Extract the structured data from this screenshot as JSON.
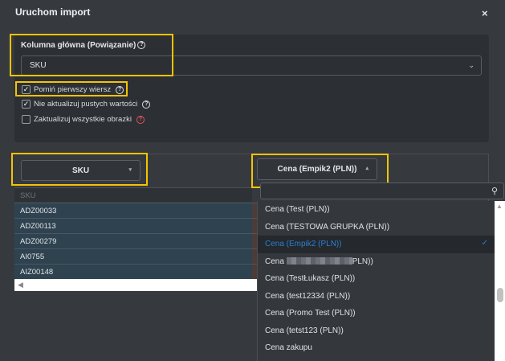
{
  "modal": {
    "title": "Uruchom import",
    "close": "×"
  },
  "main_column": {
    "label": "Kolumna główna (Powiązanie)",
    "value": "SKU",
    "help": "?"
  },
  "options": [
    {
      "label": "Pomiń pierwszy wiersz",
      "checked": true,
      "check": "✓"
    },
    {
      "label": "Nie aktualizuj pustych wartości",
      "checked": true,
      "check": "✓"
    },
    {
      "label": "Zaktualizuj wszystkie obrazki",
      "checked": false,
      "check": ""
    }
  ],
  "columns": [
    {
      "mapping": "SKU"
    },
    {
      "mapping": "Cena (Empik2 (PLN))"
    }
  ],
  "table": {
    "header": "SKU",
    "rows": [
      "ADZ00033",
      "ADZ00113",
      "ADZ00279",
      "AI0755",
      "AIZ00148"
    ]
  },
  "dropdown": {
    "search_value": "",
    "items": [
      "Cena (Test (PLN))",
      "Cena (TESTOWA GRUPKA (PLN))",
      "Cena (Empik2 (PLN))",
      "Cena ",
      "Cena (TestŁukasz (PLN))",
      "Cena (test12334 (PLN))",
      "Cena (Promo Test (PLN))",
      "Cena (tetst123 (PLN))",
      "Cena zakupu"
    ],
    "blurred_suffix": "PLN))",
    "selected_index": 2,
    "check": "✓"
  },
  "colors": {
    "highlight": "#f5c400",
    "selected": "#2a7fd4"
  }
}
